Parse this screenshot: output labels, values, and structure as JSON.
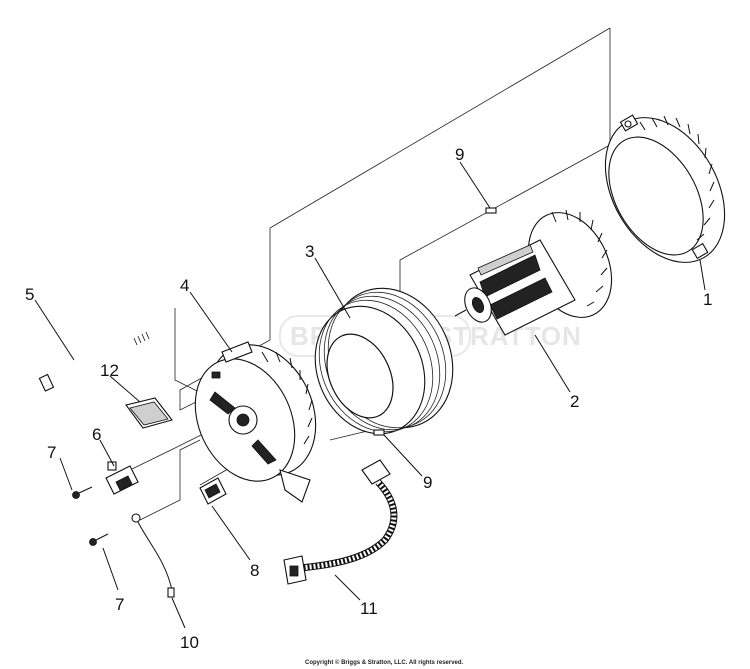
{
  "callouts": [
    {
      "id": "1",
      "text": "1"
    },
    {
      "id": "2",
      "text": "2"
    },
    {
      "id": "3",
      "text": "3"
    },
    {
      "id": "4",
      "text": "4"
    },
    {
      "id": "5",
      "text": "5"
    },
    {
      "id": "6",
      "text": "6"
    },
    {
      "id": "7a",
      "text": "7"
    },
    {
      "id": "7b",
      "text": "7"
    },
    {
      "id": "8",
      "text": "8"
    },
    {
      "id": "9a",
      "text": "9"
    },
    {
      "id": "9b",
      "text": "9"
    },
    {
      "id": "10",
      "text": "10"
    },
    {
      "id": "11",
      "text": "11"
    },
    {
      "id": "12",
      "text": "12"
    }
  ],
  "watermark": "BRIGGS & STRATTON",
  "copyright": "Copyright © Briggs & Stratton, LLC. All rights reserved."
}
